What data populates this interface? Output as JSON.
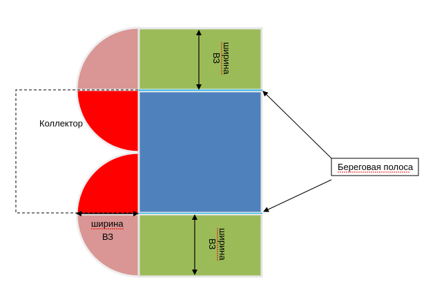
{
  "labels": {
    "collector": "Коллектор",
    "shore_strip": "Береговая полоса",
    "width_word": "ширина",
    "wpz": "ВЗ"
  },
  "colors": {
    "green": "#9bbb59",
    "blue": "#4f81bd",
    "red": "#ff0000",
    "pink": "#d99694",
    "shore_line": "#00b0f0"
  }
}
